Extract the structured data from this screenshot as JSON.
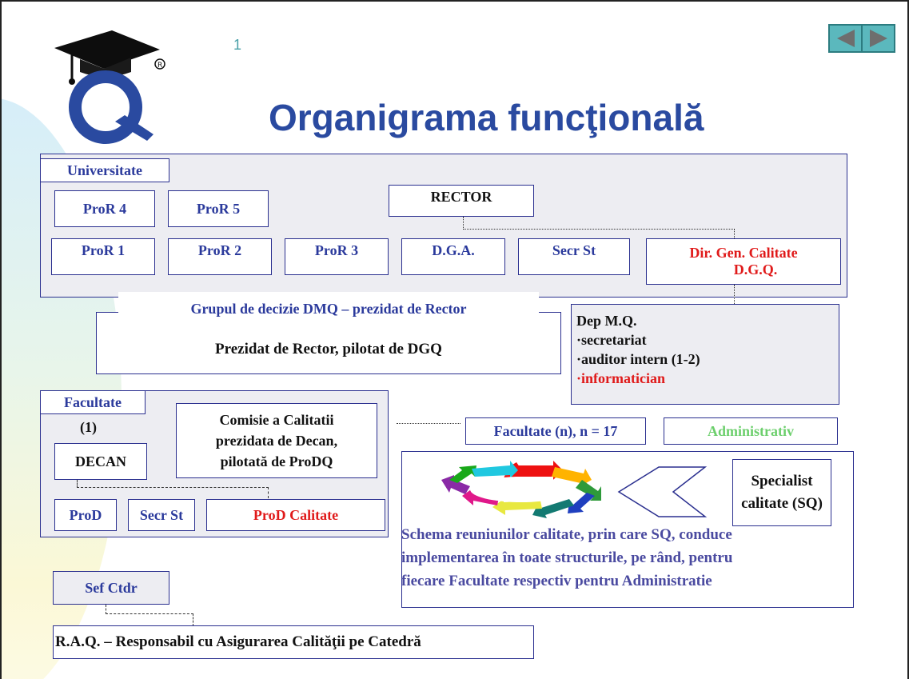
{
  "slide_number": "1",
  "title": "Organigrama funcţională",
  "university": {
    "label": "Universitate",
    "rector": "RECTOR",
    "top_row": [
      "ProR 4",
      "ProR 5"
    ],
    "bottom_row": [
      "ProR 1",
      "ProR 2",
      "ProR 3",
      "D.G.A.",
      "Secr St"
    ],
    "dgq_line1": "Dir. Gen. Calitate",
    "dgq_line2": "D.G.Q."
  },
  "decision_group": {
    "heading": "Grupul de decizie DMQ – prezidat de Rector",
    "body": "Prezidat de Rector, pilotat de DGQ"
  },
  "dep_mq": {
    "title": "Dep M.Q.",
    "items": [
      "secretariat",
      "auditor intern (1-2)"
    ],
    "highlight_item": "informatician"
  },
  "faculty": {
    "label": "Facultate",
    "index": "(1)",
    "dean": "DECAN",
    "commission": [
      "Comisie a Calitatii",
      "prezidata de Decan,",
      "pilotată de ProDQ"
    ],
    "prod": "ProD",
    "secr": "Secr St",
    "prod_quality": "ProD Calitate"
  },
  "faculty_n": "Facultate (n), n = 17",
  "administrativ": "Administrativ",
  "specialist": [
    "Specialist",
    "calitate (SQ)"
  ],
  "schema_text": [
    "Schema reuniunilor calitate, prin care SQ, conduce",
    "implementarea în toate structurile, pe rând, pentru",
    "fiecare Facultate respectiv pentru Administratie"
  ],
  "sef_ctdr": "Sef Ctdr",
  "raq": "R.A.Q. – Responsabil cu Asigurarea Calităţii pe Catedră",
  "colors": {
    "title": "#2a4aa0",
    "box_border": "#2a2f8f",
    "box_text": "#2b3a9c",
    "highlight": "#e01a1a",
    "admin": "#6ccf6c",
    "panel": "#ededf2"
  },
  "icons": [
    "graduation-cap-q-logo",
    "prev-arrow-icon",
    "next-arrow-icon",
    "quality-cycle-ring",
    "chevron-arrow-shape"
  ]
}
